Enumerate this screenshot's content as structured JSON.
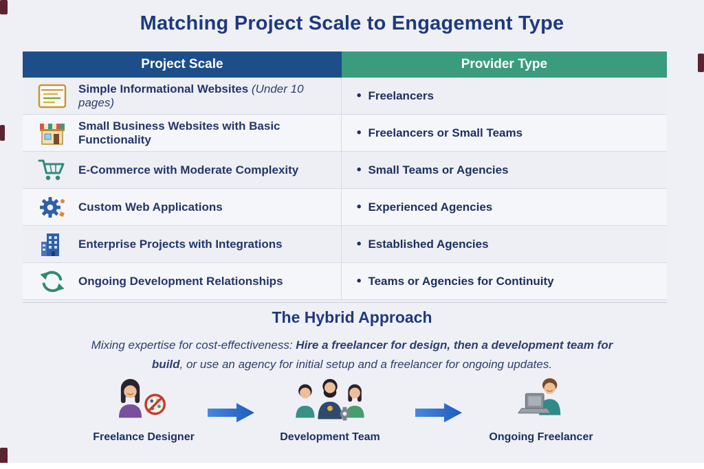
{
  "title": "Matching Project Scale to Engagement Type",
  "colors": {
    "title_navy": "#1e3a7d",
    "header_blue": "#1d4e89",
    "header_teal": "#3a9b7d",
    "arrow_blue": "#2b6cd4",
    "text_navy": "#24356b"
  },
  "table": {
    "headers": [
      {
        "label": "Project Scale",
        "color": "#1d4e89"
      },
      {
        "label": "Provider Type",
        "color": "#3a9b7d"
      }
    ],
    "rows": [
      {
        "icon": "webpage-icon",
        "scale": "Simple Informational Websites",
        "note": "(Under 10 pages)",
        "provider": "Freelancers"
      },
      {
        "icon": "storefront-icon",
        "scale": "Small Business Websites with Basic Functionality",
        "provider": "Freelancers or Small Teams"
      },
      {
        "icon": "cart-icon",
        "scale": "E-Commerce with Moderate Complexity",
        "provider": "Small Teams or Agencies"
      },
      {
        "icon": "gear-icon",
        "scale": "Custom Web Applications",
        "provider": "Experienced Agencies"
      },
      {
        "icon": "building-icon",
        "scale": "Enterprise Projects with Integrations",
        "provider": "Established Agencies"
      },
      {
        "icon": "cycle-icon",
        "scale": "Ongoing Development Relationships",
        "provider": "Teams or Agencies for Continuity"
      }
    ]
  },
  "hybrid": {
    "title": "The Hybrid Approach",
    "description": {
      "seg1": "Mixing expertise for cost-effectiveness: ",
      "seg2": "Hire a freelancer for design, then a development team for build",
      "seg3": ", or use an agency for initial setup and a freelancer for ongoing updates."
    },
    "steps": [
      {
        "icon": "designer-illustration",
        "label": "Freelance Designer"
      },
      {
        "icon": "team-illustration",
        "label": "Development Team"
      },
      {
        "icon": "freelancer-illustration",
        "label": "Ongoing Freelancer"
      }
    ]
  }
}
